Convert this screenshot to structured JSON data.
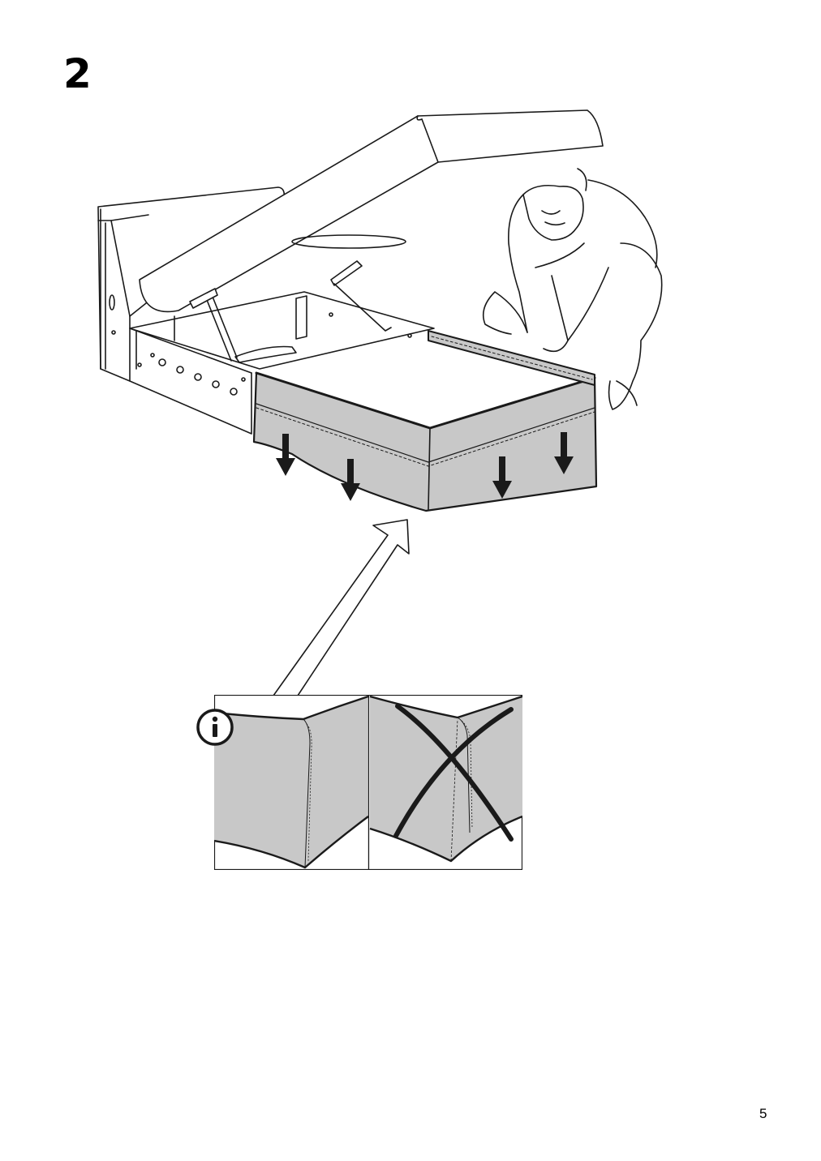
{
  "step": {
    "number": "2"
  },
  "page": {
    "number": "5"
  },
  "detail": {
    "info_icon": "info-circle-icon",
    "left_panel": "correct",
    "right_panel": "incorrect",
    "cross_icon": "cross-mark-icon"
  },
  "colors": {
    "fabric": "#c8c8c8",
    "line": "#1a1a1a",
    "arrow": "#1a1a1a"
  }
}
